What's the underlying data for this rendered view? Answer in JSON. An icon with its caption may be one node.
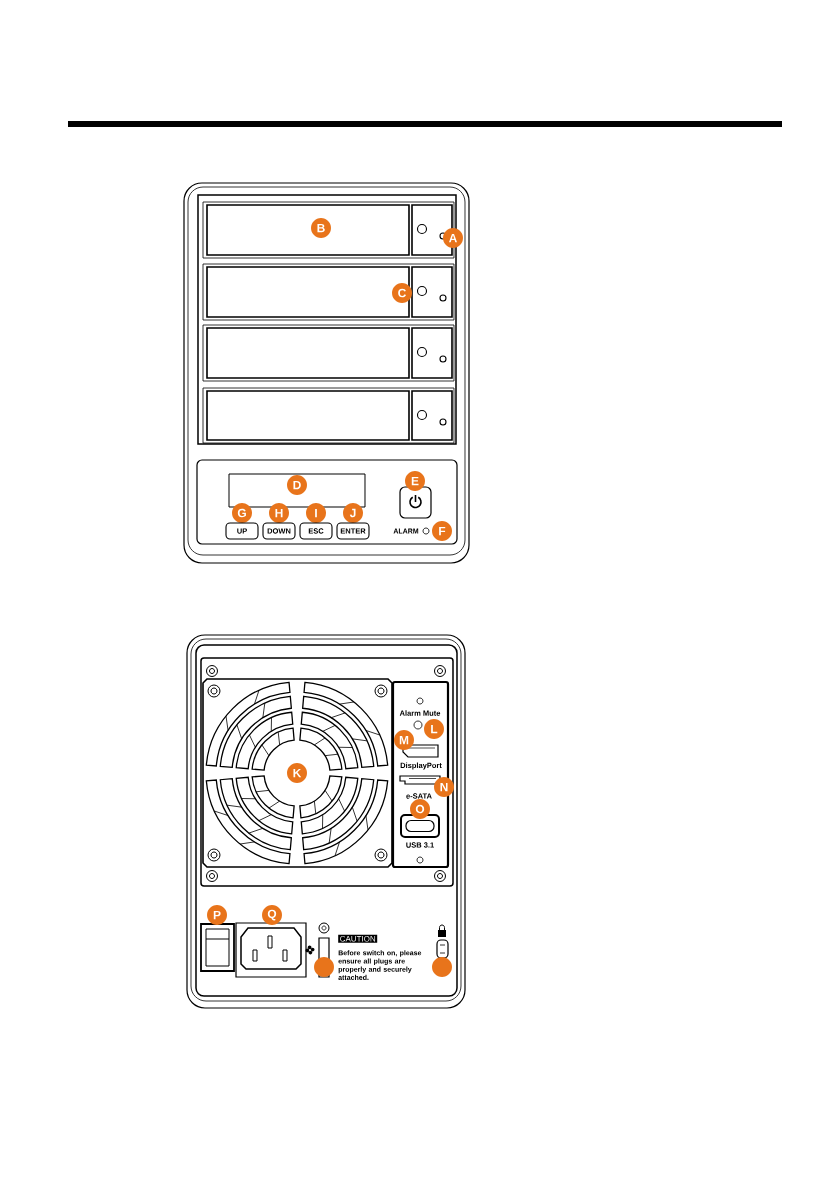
{
  "diagram": {
    "labels": [
      "B",
      "A",
      "C",
      "D",
      "E",
      "G",
      "H",
      "I",
      "J",
      "UP",
      "DOWN",
      "ESC",
      "ENTER",
      "ALARM",
      "F",
      "Alarm Mute",
      "L",
      "M",
      "DisplayPort",
      "K",
      "N",
      "e-SATA",
      "O",
      "USB 3.1",
      "P",
      "Q",
      "CAUTION",
      "Before switch on, please ensure all plugs are properly and securely attached."
    ]
  }
}
